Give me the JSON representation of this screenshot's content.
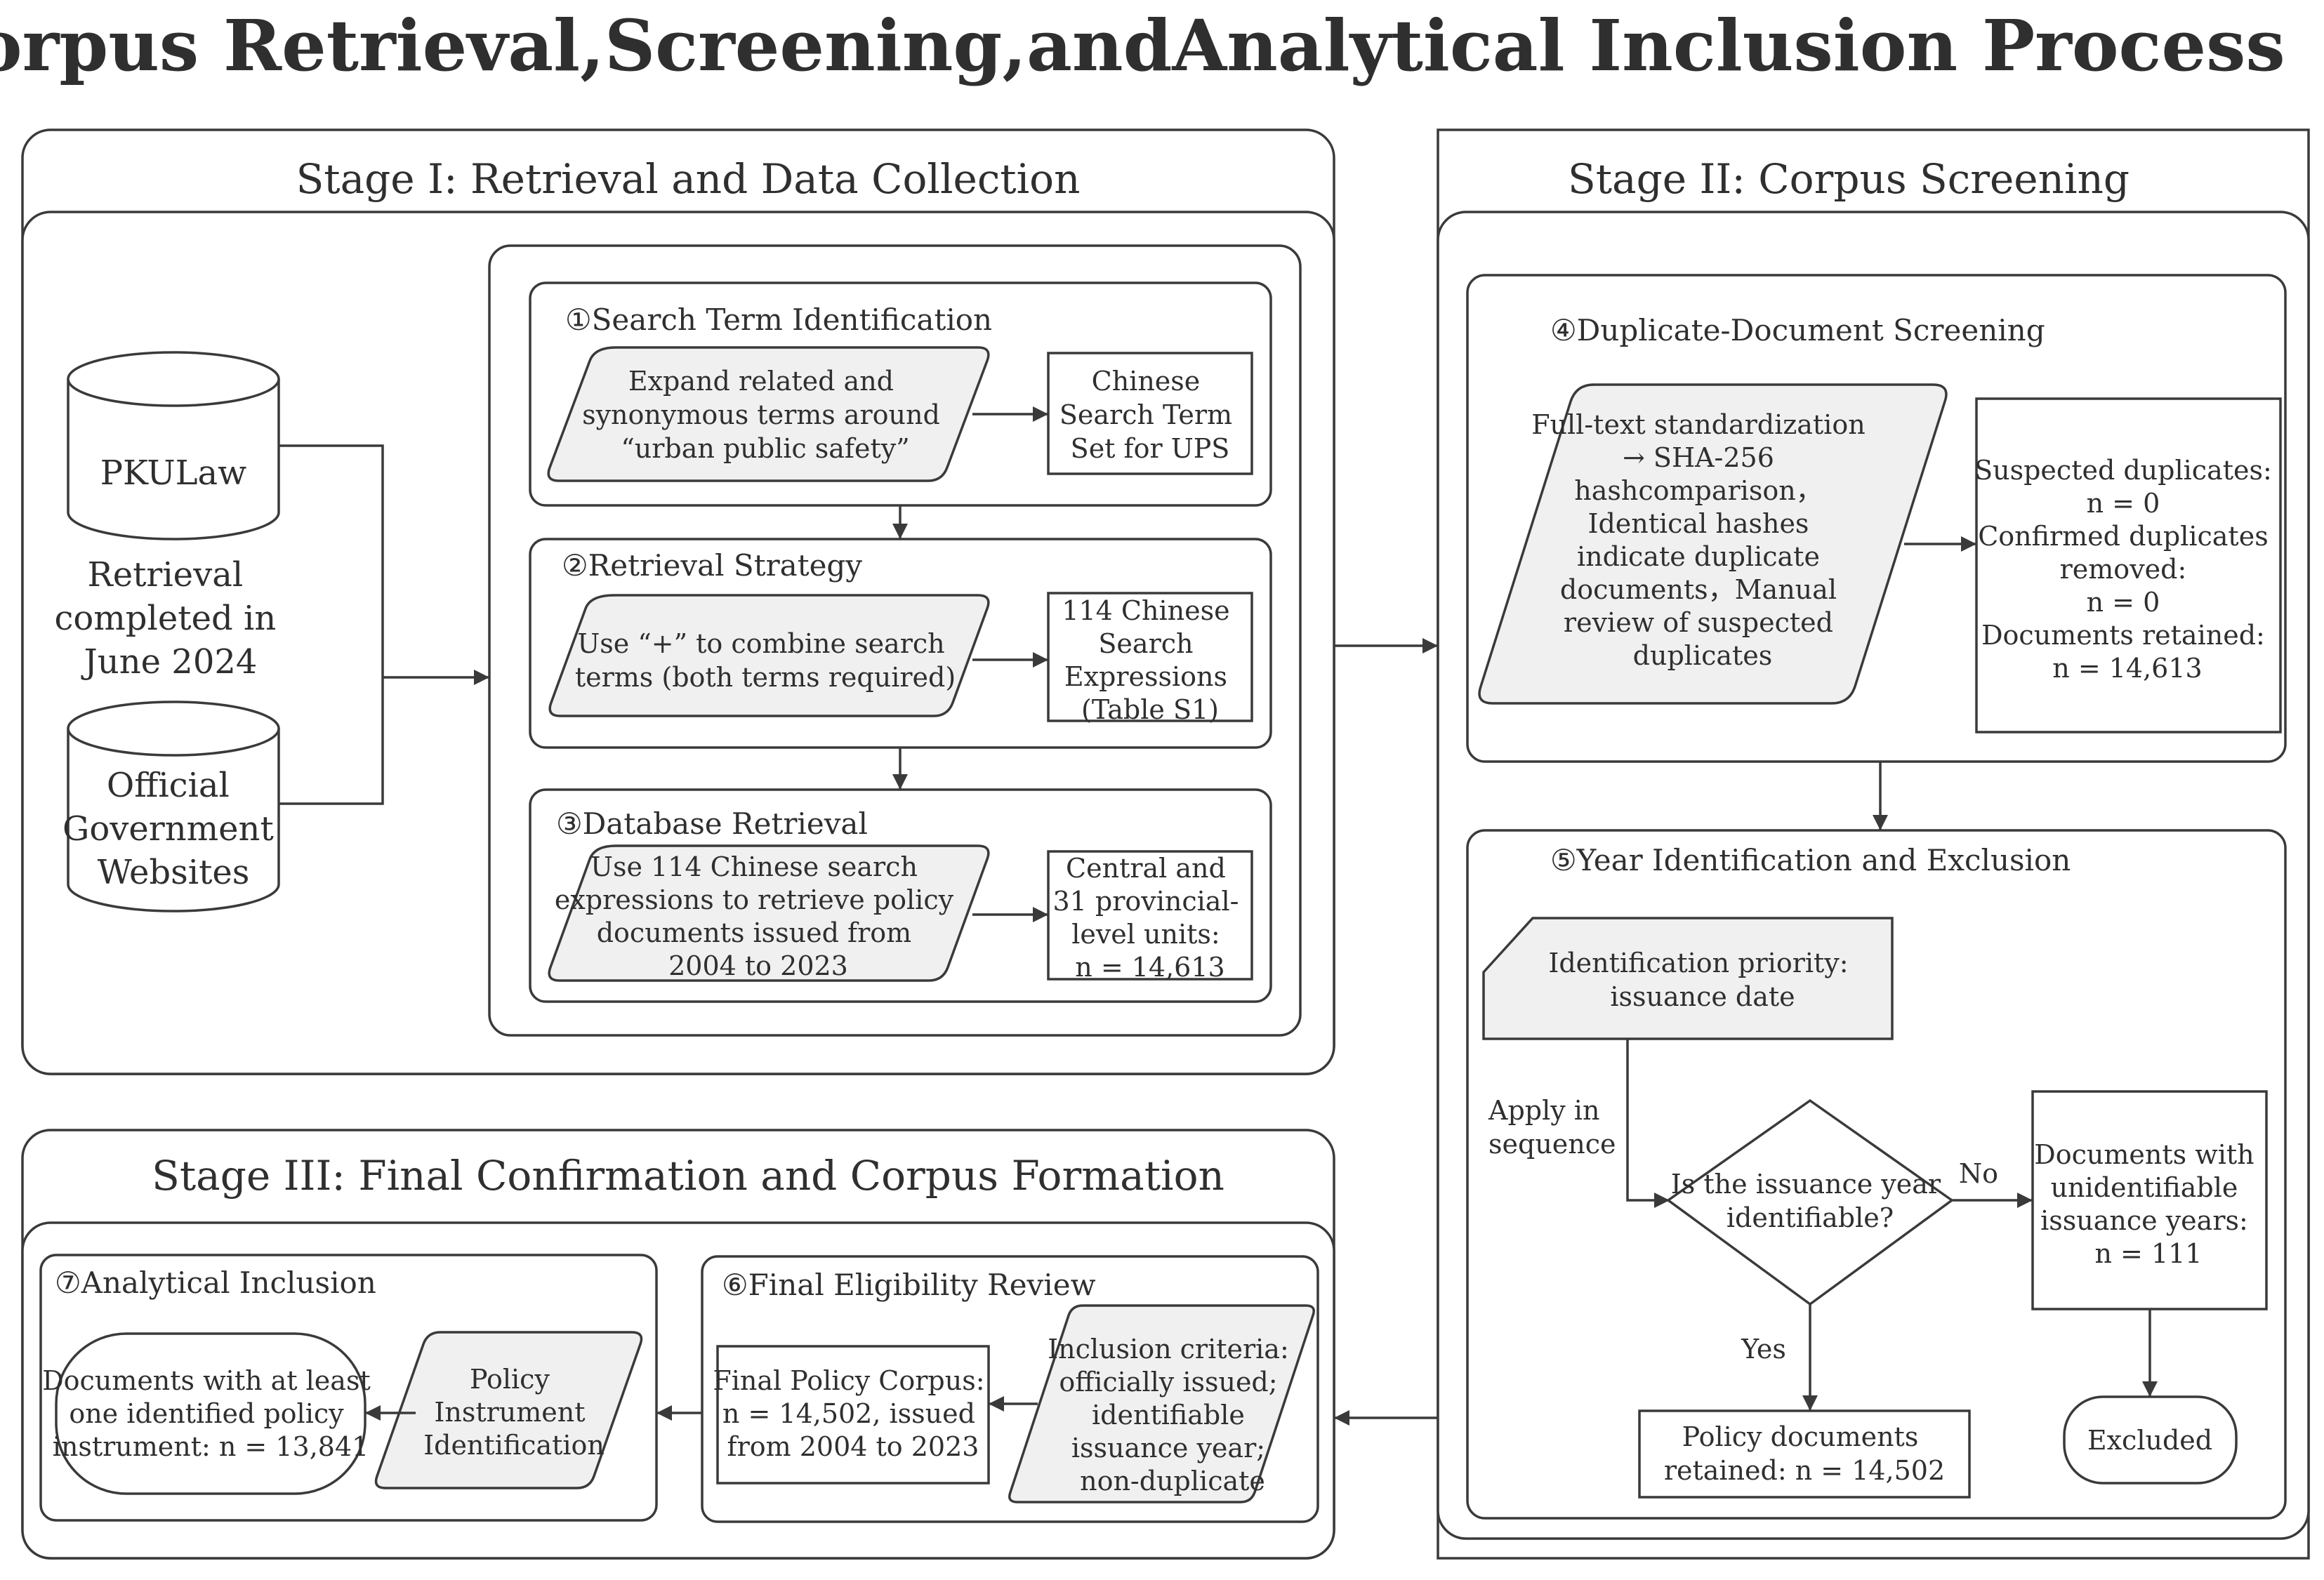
{
  "title": "Corpus Retrieval,Screening,andAnalytical Inclusion Process",
  "stage1": {
    "title": "Stage I: Retrieval and Data Collection",
    "db1": "PKULaw",
    "db2": [
      "Official",
      "Government",
      "Websites"
    ],
    "retrieval": [
      "Retrieval",
      "completed in",
      "June 2024"
    ],
    "step1": {
      "title": "①Search Term Identification",
      "process": [
        "Expand related and",
        "synonymous terms around",
        "“urban public safety”"
      ],
      "output": [
        "Chinese",
        "Search Term",
        "Set for UPS"
      ]
    },
    "step2": {
      "title": "②Retrieval Strategy",
      "process": [
        "Use “+” to combine search",
        "terms (both terms required)"
      ],
      "output": [
        "114 Chinese",
        "Search",
        "Expressions",
        "(Table S1)"
      ]
    },
    "step3": {
      "title": "③Database Retrieval",
      "process": [
        "Use 114 Chinese search",
        "expressions to retrieve policy",
        "documents issued from",
        "2004 to 2023"
      ],
      "output": [
        "Central and",
        "31 provincial-",
        "level units:",
        "n = 14,613"
      ]
    }
  },
  "stage2": {
    "title": "Stage II: Corpus Screening",
    "step4": {
      "title": "④Duplicate-Document Screening",
      "process": [
        "Full-text standardization",
        "→ SHA-256",
        "hashcomparison，",
        "Identical hashes",
        "indicate duplicate",
        "documents，Manual",
        "review of suspected",
        "duplicates"
      ],
      "output": [
        "Suspected duplicates:",
        "n = 0",
        "Confirmed duplicates",
        "removed:",
        "n = 0",
        "Documents retained:",
        "n = 14,613"
      ]
    },
    "step5": {
      "title": "⑤Year Identification and Exclusion",
      "priority": [
        "Identification priority:",
        "issuance date"
      ],
      "apply": [
        "Apply in",
        "sequence"
      ],
      "decision": [
        "Is the issuance year",
        "identifiable?"
      ],
      "no_label": "No",
      "yes_label": "Yes",
      "unidentifiable": [
        "Documents with",
        "unidentifiable",
        "issuance years:",
        "n = 111"
      ],
      "excluded": "Excluded",
      "retained": [
        "Policy documents",
        "retained: n = 14,502"
      ]
    }
  },
  "stage3": {
    "title": "Stage III: Final Confirmation and Corpus Formation",
    "step6": {
      "title": "⑥Final Eligibility Review",
      "criteria": [
        "Inclusion criteria:",
        "officially issued;",
        "identifiable",
        "issuance year;",
        "non-duplicate"
      ],
      "corpus": [
        "Final Policy Corpus:",
        "n = 14,502, issued",
        "from 2004 to 2023"
      ]
    },
    "step7": {
      "title": "⑦Analytical Inclusion",
      "instrument": [
        "Policy",
        "Instrument",
        "Identification"
      ],
      "result": [
        "Documents with at least",
        "one identified policy",
        "instrument: n = 13,841"
      ]
    }
  }
}
